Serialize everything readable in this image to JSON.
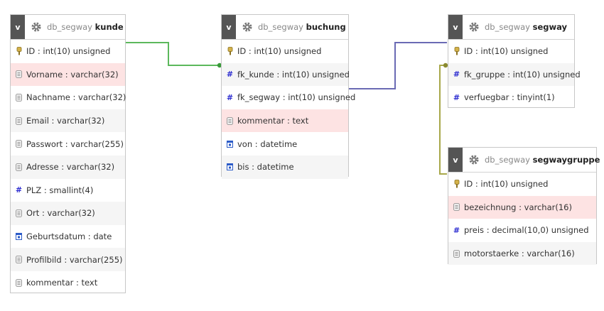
{
  "tables": {
    "kunde": {
      "db": "db_segway",
      "name": "kunde",
      "toggle": "v",
      "columns": [
        {
          "text": "ID : int(10) unsigned",
          "icon": "key-icon"
        },
        {
          "text": "Vorname : varchar(32)",
          "icon": "text-icon"
        },
        {
          "text": "Nachname : varchar(32)",
          "icon": "text-icon"
        },
        {
          "text": "Email : varchar(32)",
          "icon": "text-icon"
        },
        {
          "text": "Passwort : varchar(255)",
          "icon": "text-icon"
        },
        {
          "text": "Adresse : varchar(32)",
          "icon": "text-icon"
        },
        {
          "text": "PLZ : smallint(4)",
          "icon": "hash-icon"
        },
        {
          "text": "Ort : varchar(32)",
          "icon": "text-icon"
        },
        {
          "text": "Geburtsdatum : date",
          "icon": "calendar-icon"
        },
        {
          "text": "Profilbild : varchar(255)",
          "icon": "text-icon"
        },
        {
          "text": "kommentar : text",
          "icon": "text-icon"
        }
      ]
    },
    "buchung": {
      "db": "db_segway",
      "name": "buchung",
      "toggle": "v",
      "columns": [
        {
          "text": "ID : int(10) unsigned",
          "icon": "key-icon"
        },
        {
          "text": "fk_kunde : int(10) unsigned",
          "icon": "hash-icon"
        },
        {
          "text": "fk_segway : int(10) unsigned",
          "icon": "hash-icon"
        },
        {
          "text": "kommentar : text",
          "icon": "text-icon"
        },
        {
          "text": "von : datetime",
          "icon": "calendar-icon"
        },
        {
          "text": "bis : datetime",
          "icon": "calendar-icon"
        }
      ]
    },
    "segway": {
      "db": "db_segway",
      "name": "segway",
      "toggle": "v",
      "columns": [
        {
          "text": "ID : int(10) unsigned",
          "icon": "key-icon"
        },
        {
          "text": "fk_gruppe : int(10) unsigned",
          "icon": "hash-icon"
        },
        {
          "text": "verfuegbar : tinyint(1)",
          "icon": "hash-icon"
        }
      ]
    },
    "segwaygruppe": {
      "db": "db_segway",
      "name": "segwaygruppe",
      "toggle": "v",
      "columns": [
        {
          "text": "ID : int(10) unsigned",
          "icon": "key-icon"
        },
        {
          "text": "bezeichnung : varchar(16)",
          "icon": "text-icon"
        },
        {
          "text": "preis : decimal(10,0) unsigned",
          "icon": "hash-icon"
        },
        {
          "text": "motorstaerke : varchar(16)",
          "icon": "text-icon"
        }
      ]
    }
  },
  "relations": [
    {
      "from": "kunde.ID",
      "to": "buchung.fk_kunde",
      "color": "#5cb85c"
    },
    {
      "from": "segway.ID",
      "to": "buchung.fk_segway",
      "color": "#6a6ab4"
    },
    {
      "from": "segwaygruppe.ID",
      "to": "segway.fk_gruppe",
      "color": "#a8a84a"
    }
  ],
  "colors": {
    "highlight_row": "#fde3e3",
    "alt_row": "#f5f5f5",
    "header_toggle": "#555555"
  }
}
